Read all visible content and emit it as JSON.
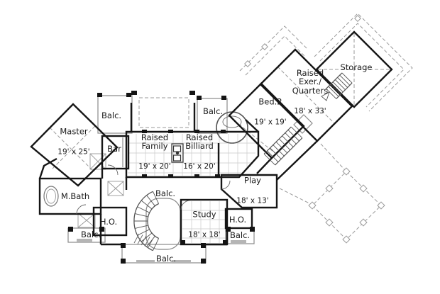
{
  "plan": {
    "background": "#ffffff",
    "colors": {
      "wall": "#161616",
      "thin_wall": "#8a8a8a",
      "dashed": "#9a9a9a",
      "grid": "#c9c9c9",
      "text": "#1b1b1b"
    },
    "rooms": {
      "master": {
        "name": "Master",
        "dims": "19' x 25'"
      },
      "balc_top_left": {
        "name": "Balc."
      },
      "balc_top_right": {
        "name": "Balc."
      },
      "bar": {
        "name": "Bar"
      },
      "family": {
        "name": "Raised\nFamily",
        "dims": "19' x 20'"
      },
      "billiard": {
        "name": "Raised\nBilliard",
        "dims": "16' x 20'"
      },
      "bed2": {
        "name": "Bed.2",
        "dims": "19' x 19'"
      },
      "exer": {
        "name": "Raised\nExer./\nQuarters",
        "dims": "18' x 33'"
      },
      "storage": {
        "name": "Storage"
      },
      "mbath": {
        "name": "M.Bath"
      },
      "ho_left": {
        "name": "H.O."
      },
      "balc_left": {
        "name": "Balc."
      },
      "balc_gallery": {
        "name": "Balc."
      },
      "study": {
        "name": "Study",
        "dims": "18' x 18'"
      },
      "play": {
        "name": "Play",
        "dims": "18' x 13'"
      },
      "ho_right": {
        "name": "H.O."
      },
      "balc_right": {
        "name": "Balc."
      },
      "balc_bottom": {
        "name": "Balc."
      }
    }
  }
}
